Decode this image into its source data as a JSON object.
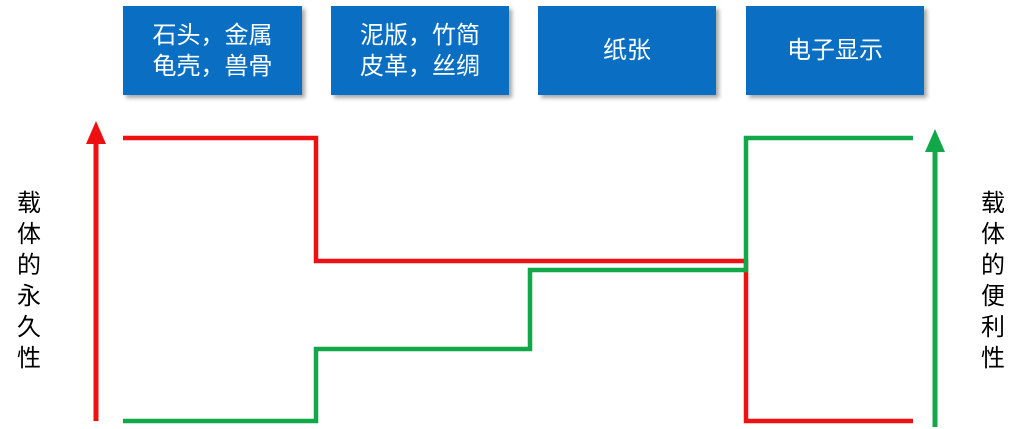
{
  "eras": [
    {
      "lines": [
        "石头，金属",
        "龟壳，兽骨"
      ]
    },
    {
      "lines": [
        "泥版，竹简",
        "皮革，丝绸"
      ]
    },
    {
      "lines": [
        "纸张"
      ]
    },
    {
      "lines": [
        "电子显示"
      ]
    }
  ],
  "left_axis": {
    "label": [
      "载",
      "体",
      "的",
      "永",
      "久",
      "性"
    ],
    "color": "#ee1111"
  },
  "right_axis": {
    "label": [
      "载",
      "体",
      "的",
      "便",
      "利",
      "性"
    ],
    "color": "#12a84a"
  },
  "colors": {
    "box": "#0a6fc2",
    "permanence": "#ee1111",
    "convenience": "#12a84a"
  },
  "series": {
    "permanence_levels": [
      "high",
      "medium",
      "medium",
      "low"
    ],
    "convenience_levels": [
      "low",
      "low-medium",
      "medium",
      "high"
    ]
  }
}
